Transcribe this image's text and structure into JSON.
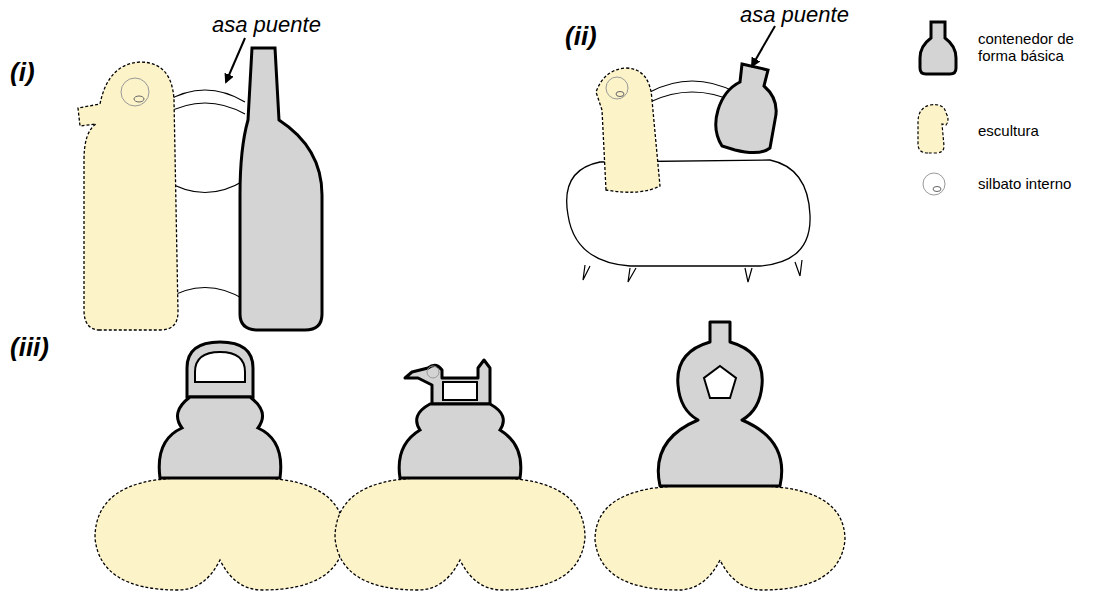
{
  "diagram": {
    "labels": [
      "(i)",
      "asa puente",
      "(ii)",
      "asa puente",
      "(iii)"
    ],
    "legend": [
      {
        "text": "contenedor de forma básica"
      },
      {
        "text": "escultura"
      },
      {
        "text": "silbato interno"
      }
    ]
  }
}
